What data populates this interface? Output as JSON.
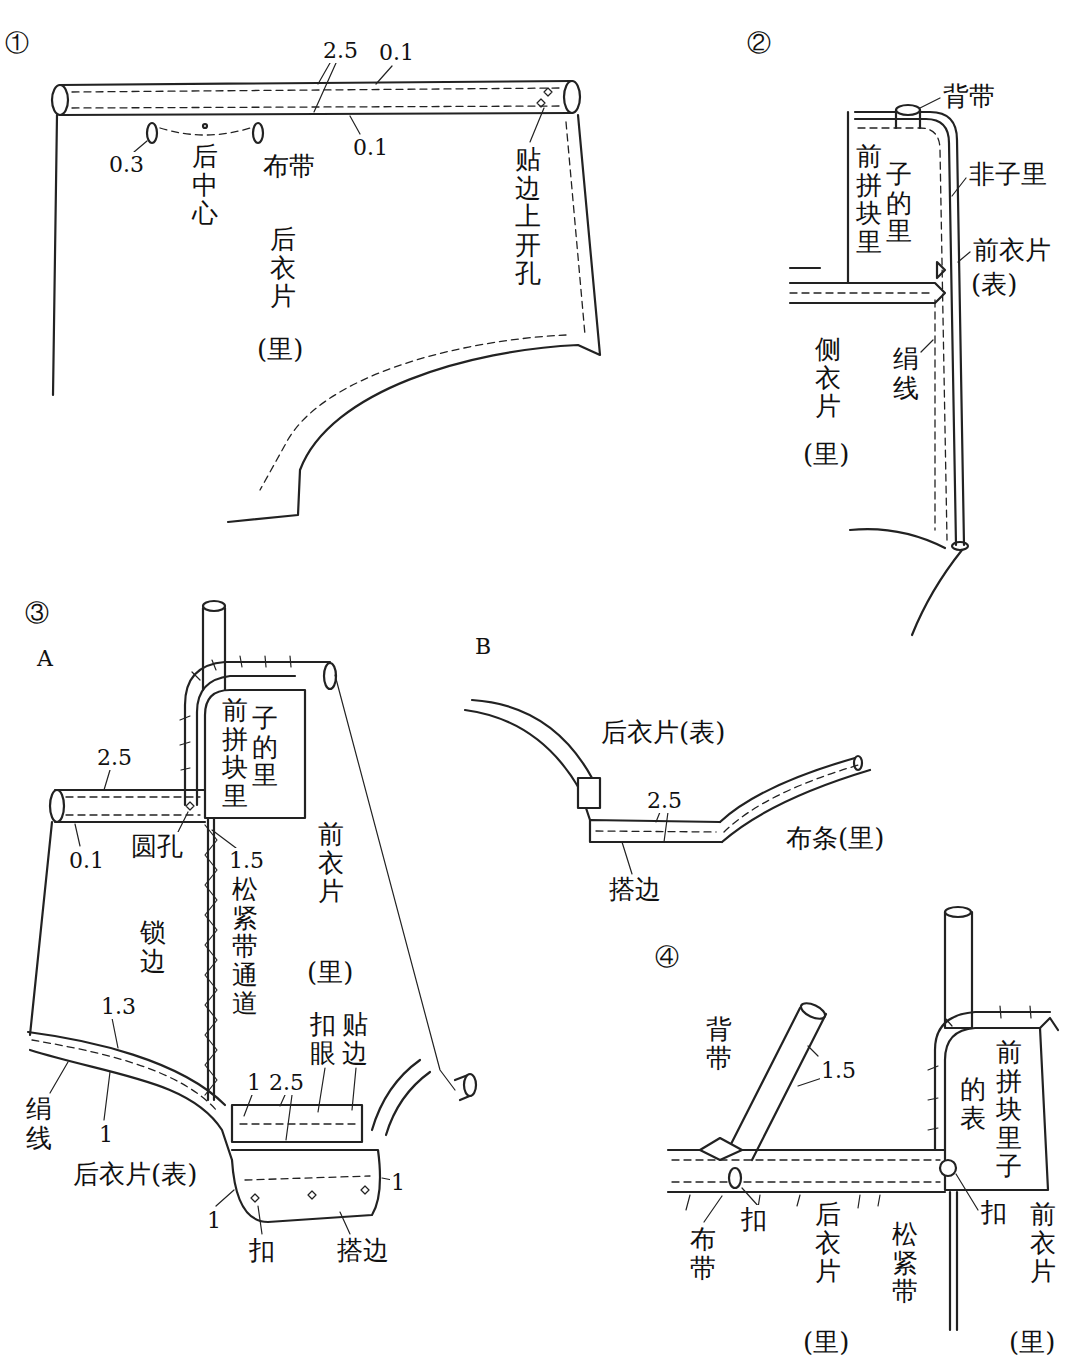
{
  "diagram": {
    "labels": [
      "①",
      "2.5",
      "0.1",
      "0.3",
      "后中心",
      "布带",
      "0.1",
      "后衣片",
      "(里)",
      "贴边上开孔",
      "②",
      "背带",
      "前拼块里",
      "子的里",
      "非子里",
      "前衣片",
      "(表)",
      "侧衣片",
      "(里)",
      "绢线",
      "③",
      "A",
      "前拼块里",
      "子的里",
      "2.5",
      "0.1",
      "圆孔",
      "1.5",
      "松紧带通道",
      "锁边",
      "前衣片",
      "(里)",
      "1.3",
      "扣眼",
      "贴边",
      "1",
      "2.5",
      "绢线",
      "1",
      "后衣片(表)",
      "1",
      "1",
      "扣",
      "搭边",
      "B",
      "后衣片(表)",
      "2.5",
      "布条(里)",
      "搭边",
      "④",
      "背带",
      "1.5",
      "前拼块里子",
      "的表",
      "布带",
      "扣",
      "后衣片",
      "(里)",
      "松紧带",
      "扣",
      "前衣片",
      "(里)"
    ]
  }
}
